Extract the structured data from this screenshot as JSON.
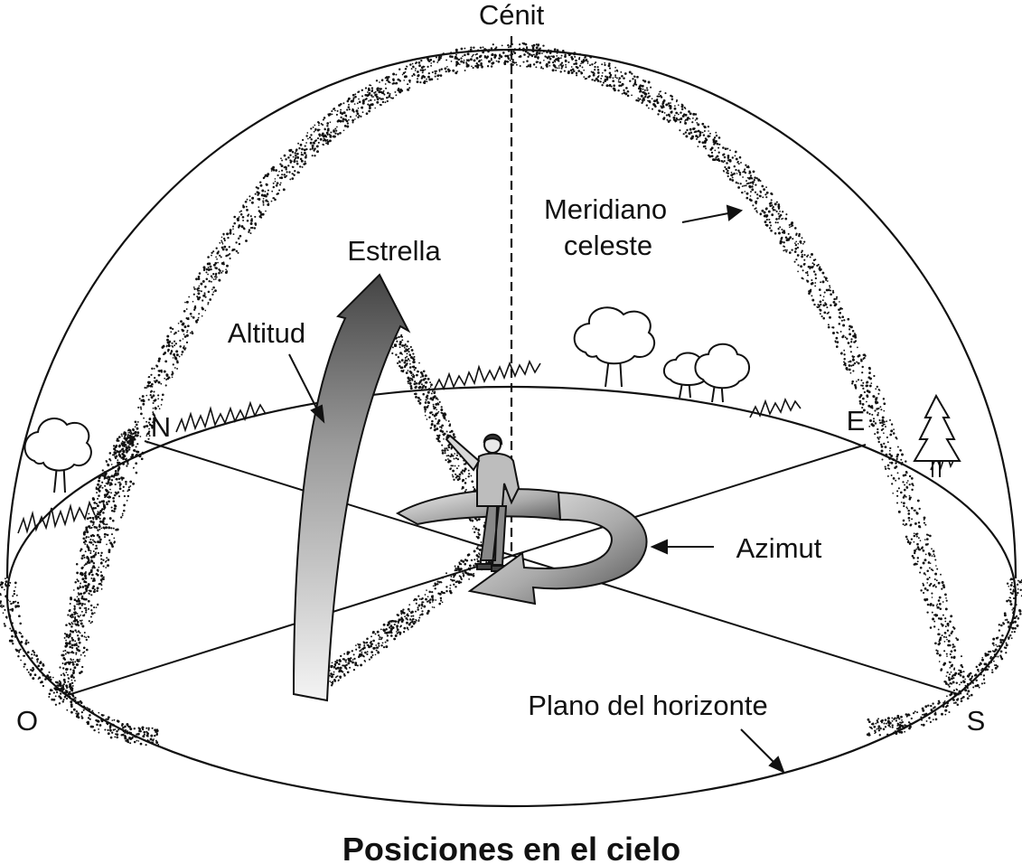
{
  "labels": {
    "zenith": "Cénit",
    "meridian_line1": "Meridiano",
    "meridian_line2": "celeste",
    "star": "Estrella",
    "altitude": "Altitud",
    "north": "N",
    "east": "E",
    "west": "O",
    "south": "S",
    "azimuth": "Azimut",
    "horizon_plane": "Plano del horizonte"
  },
  "caption": "Posiciones en el cielo",
  "colors": {
    "ink": "#111111",
    "arrow_dark": "#444444",
    "arrow_light": "#f4f4f4"
  }
}
